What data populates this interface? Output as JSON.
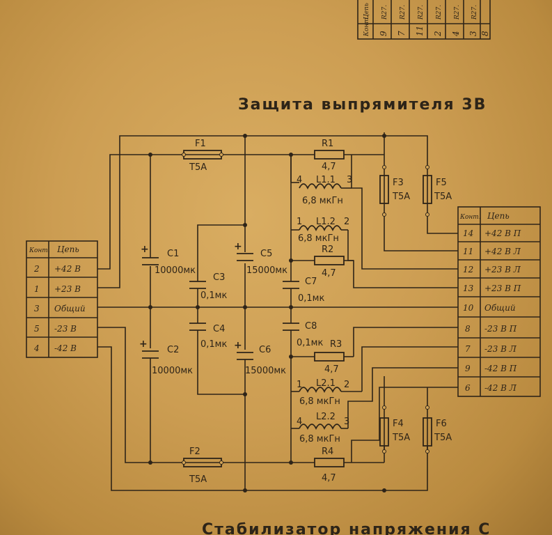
{
  "title": "Защита выпрямителя 3В",
  "top_table": {
    "header": "Конт.",
    "pins": [
      "9",
      "7",
      "11",
      "2",
      "4",
      "3",
      "8"
    ],
    "signals": [
      "Цепь",
      "R27.",
      "R27.",
      "R27.",
      "R27.",
      "R27.",
      "R27."
    ]
  },
  "left_connector": {
    "header_pin": "Конт.",
    "header_signal": "Цепь",
    "rows": [
      {
        "pin": "2",
        "signal": "+42 В"
      },
      {
        "pin": "1",
        "signal": "+23 В"
      },
      {
        "pin": "3",
        "signal": "Общий"
      },
      {
        "pin": "5",
        "signal": "-23 В"
      },
      {
        "pin": "4",
        "signal": "-42 В"
      }
    ]
  },
  "right_connector": {
    "header_pin": "Конт.",
    "header_signal": "Цепь",
    "rows": [
      {
        "pin": "14",
        "signal": "+42 В П"
      },
      {
        "pin": "11",
        "signal": "+42 В Л"
      },
      {
        "pin": "12",
        "signal": "+23 В Л"
      },
      {
        "pin": "13",
        "signal": "+23 В П"
      },
      {
        "pin": "10",
        "signal": "Общий"
      },
      {
        "pin": "8",
        "signal": "-23 В П"
      },
      {
        "pin": "7",
        "signal": "-23 В Л"
      },
      {
        "pin": "9",
        "signal": "-42 В П"
      },
      {
        "pin": "6",
        "signal": "-42 В Л"
      }
    ]
  },
  "components": {
    "F1": {
      "ref": "F1",
      "value": "Т5А"
    },
    "F2": {
      "ref": "F2",
      "value": "Т5А"
    },
    "F3": {
      "ref": "F3",
      "value": "Т5А"
    },
    "F4": {
      "ref": "F4",
      "value": "Т5А"
    },
    "F5": {
      "ref": "F5",
      "value": "Т5А"
    },
    "F6": {
      "ref": "F6",
      "value": "Т5А"
    },
    "R1": {
      "ref": "R1",
      "value": "4,7"
    },
    "R2": {
      "ref": "R2",
      "value": "4,7"
    },
    "R3": {
      "ref": "R3",
      "value": "4,7"
    },
    "R4": {
      "ref": "R4",
      "value": "4,7"
    },
    "C1": {
      "ref": "C1",
      "value": "10000мк"
    },
    "C2": {
      "ref": "C2",
      "value": "10000мк"
    },
    "C3": {
      "ref": "C3",
      "value": "0,1мк"
    },
    "C4": {
      "ref": "C4",
      "value": "0,1мк"
    },
    "C5": {
      "ref": "C5",
      "value": "15000мк"
    },
    "C6": {
      "ref": "C6",
      "value": "15000мк"
    },
    "C7": {
      "ref": "C7",
      "value": "0,1мк"
    },
    "C8": {
      "ref": "C8",
      "value": "0,1мк"
    },
    "L1_1": {
      "ref": "L1.1",
      "value": "6,8 мкГн",
      "pin_a": "4",
      "pin_b": "3"
    },
    "L1_2": {
      "ref": "L1.2",
      "value": "6,8 мкГн",
      "pin_a": "1",
      "pin_b": "2"
    },
    "L2_1": {
      "ref": "L2.1",
      "value": "6,8 мкГн",
      "pin_a": "1",
      "pin_b": "2"
    },
    "L2_2": {
      "ref": "L2.2",
      "value": "6,8 мкГн",
      "pin_a": "4",
      "pin_b": "3"
    }
  },
  "polarity_mark": "+",
  "bottom_text": "Стабилизатор напряжения С",
  "colors": {
    "paper": "#d2a458",
    "ink": "#2e2418"
  }
}
